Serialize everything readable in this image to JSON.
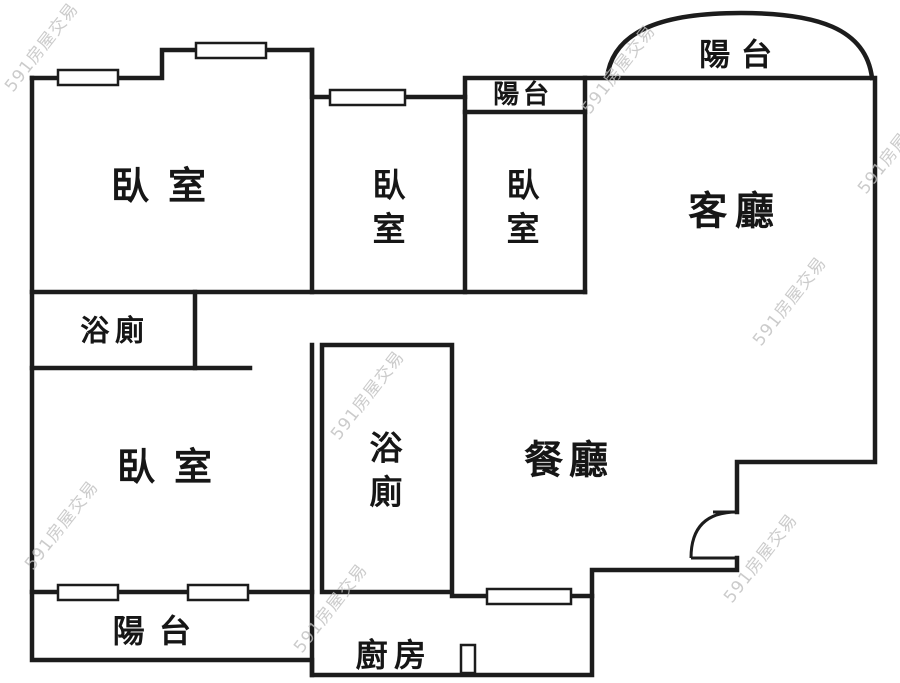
{
  "watermark": "591房屋交易",
  "rooms": {
    "bedroom_top_left": "臥室",
    "bedroom_mid_left": "臥室",
    "bedroom_mid_right": "臥室",
    "bedroom_bottom": "臥室",
    "balcony_top_small": "陽台",
    "balcony_top_right": "陽台",
    "balcony_bottom": "陽台",
    "living_room": "客廳",
    "dining_room": "餐廳",
    "bathroom_upper": "浴廁",
    "bathroom_middle": "浴廁",
    "kitchen": "廚房"
  },
  "colors": {
    "wall": "#1c1c1c",
    "background": "#ffffff",
    "watermark": "#bfbfbf"
  }
}
